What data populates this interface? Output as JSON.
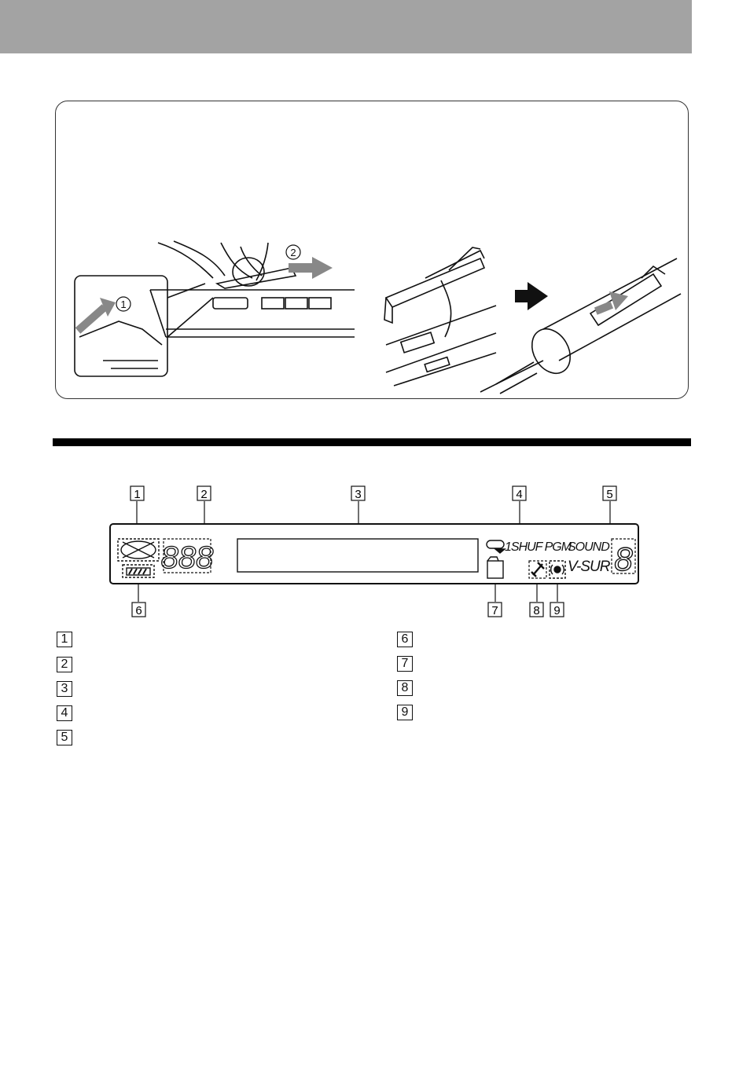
{
  "lcd": {
    "callouts_top": [
      "1",
      "2",
      "3",
      "4",
      "5"
    ],
    "callouts_bottom": [
      "6",
      "7",
      "8",
      "9"
    ],
    "digits_left": "888",
    "play_mode": "1SHUF PGM",
    "sound_label": "SOUND",
    "vsur_label": "V-SUR",
    "digit_right": "8"
  },
  "legend": {
    "left": [
      "1",
      "2",
      "3",
      "4",
      "5"
    ],
    "right": [
      "6",
      "7",
      "8",
      "9"
    ]
  },
  "illustration": {
    "step_1": "1",
    "step_2": "2"
  }
}
